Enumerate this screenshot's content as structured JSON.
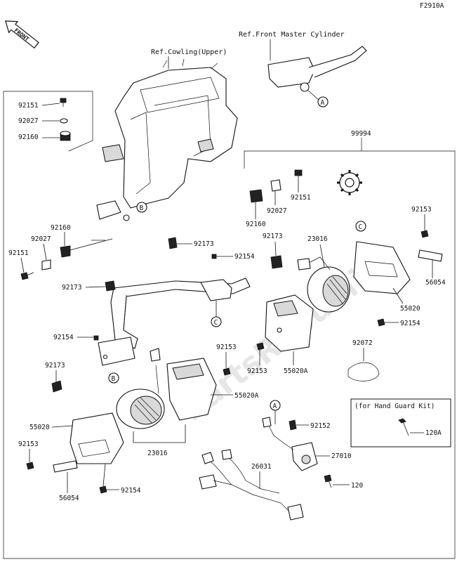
{
  "figure_code": "F2910A",
  "front_label": "FRONT",
  "watermark": "PartsRepublik",
  "references": {
    "front_master_cylinder": "Ref.Front Master Cylinder",
    "cowling_upper": "Ref.Cowling(Upper)"
  },
  "hand_guard_kit_note": "(for Hand Guard Kit)",
  "callout_letters": {
    "a": "A",
    "b": "B",
    "c": "C"
  },
  "part_labels": {
    "p92151_a": "92151",
    "p92027_a": "92027",
    "p92160_a": "92160",
    "p92160_b": "92160",
    "p92027_b": "92027",
    "p92151_b": "92151",
    "p92173_a": "92173",
    "p92154_a": "92154",
    "p92173_b": "92173",
    "p55020_a": "55020",
    "p92153_a": "92153",
    "p56054_a": "56054",
    "p92154_b": "92154",
    "p23016_a": "23016",
    "p92153_b": "92153",
    "p55020A_a": "55020A",
    "p92173_c": "92173",
    "p92154_c": "92154",
    "p92173_d": "92173",
    "p99994": "99994",
    "p92160_c": "92160",
    "p92027_c": "92027",
    "p92151_c": "92151",
    "p23016_b": "23016",
    "p92153_c": "92153",
    "p56054_b": "56054",
    "p55020_b": "55020",
    "p92154_d": "92154",
    "p92153_d": "92153",
    "p55020A_b": "55020A",
    "p92072": "92072",
    "p92152": "92152",
    "p27010": "27010",
    "p120": "120",
    "p26031": "26031",
    "p120A": "120A"
  }
}
